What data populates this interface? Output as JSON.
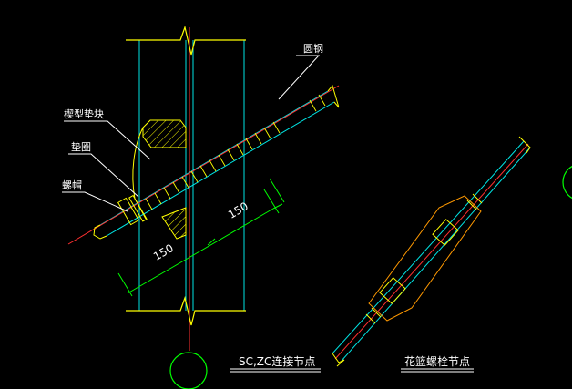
{
  "labels": {
    "round_steel": "圆钢",
    "wedge_pad": "楔型垫块",
    "washer": "垫圈",
    "nut": "螺帽"
  },
  "dimensions": {
    "upper": "150",
    "lower": "150"
  },
  "titles": {
    "left": "SC,ZC连接节点",
    "right": "花篮螺栓节点"
  },
  "colors": {
    "background": "#000000",
    "column": "#00e5e5",
    "cut_mark": "#ffff00",
    "rod": "#00e5e5",
    "rod_center": "#ff3030",
    "hatch": "#ffff00",
    "dimension": "#00ff00",
    "leader": "#ffffff",
    "turnbuckle": "#ff9900",
    "circle": "#00ff00"
  }
}
